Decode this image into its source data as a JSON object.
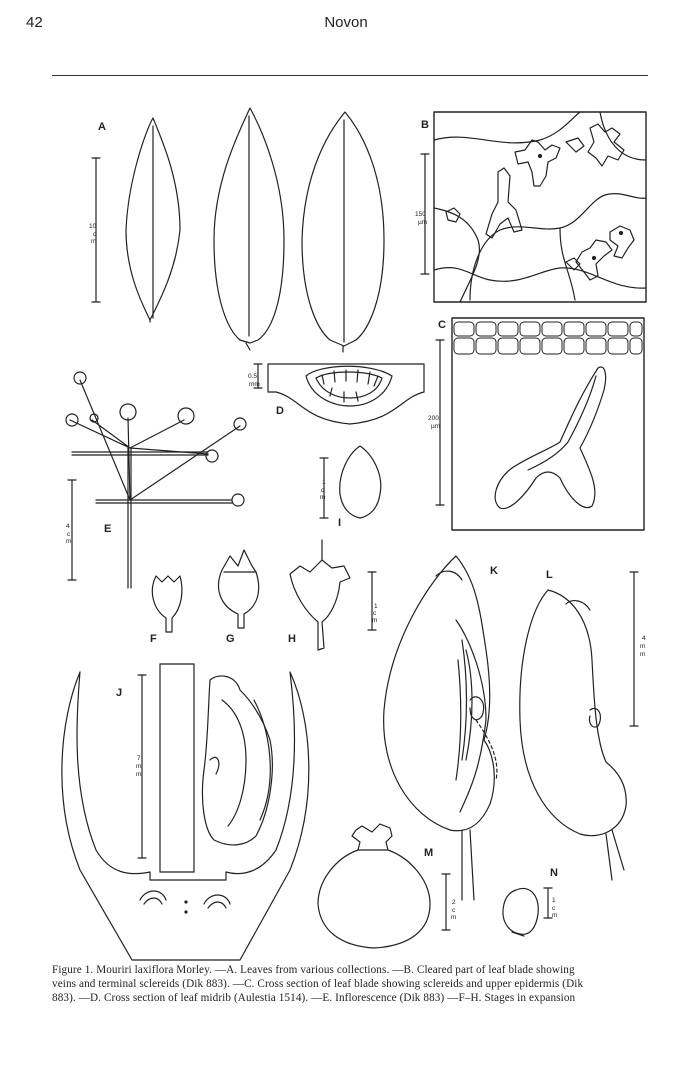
{
  "header": {
    "page_number": "42",
    "journal": "Novon"
  },
  "figure": {
    "panel_labels": {
      "A": "A",
      "B": "B",
      "C": "C",
      "D": "D",
      "E": "E",
      "F": "F",
      "G": "G",
      "H": "H",
      "I": "I",
      "J": "J",
      "K": "K",
      "L": "L",
      "M": "M",
      "N": "N"
    },
    "scale_bars": {
      "A": [
        "10",
        "c",
        "m"
      ],
      "B": [
        "150",
        "µm"
      ],
      "C": [
        "200",
        "µm"
      ],
      "D": [
        "0.5",
        "mm"
      ],
      "E": [
        "4",
        "c",
        "m"
      ],
      "H": [
        "1",
        "c",
        "m"
      ],
      "I": [
        "1",
        "c",
        "m"
      ],
      "J": [
        "7",
        "m",
        "m"
      ],
      "L": [
        "4",
        "m",
        "m"
      ],
      "M": [
        "2",
        "c",
        "m"
      ],
      "N": [
        "1",
        "c",
        "m"
      ]
    }
  },
  "caption": {
    "line1": "Figure 1.   Mouriri laxiflora Morley. —A. Leaves from various collections. —B. Cleared part of leaf blade showing",
    "line2": "veins and terminal sclereids (Dik 883). —C. Cross section of leaf blade showing sclereids and upper epidermis (Dik",
    "line3": "883). —D. Cross section of leaf midrib (Aulestia 1514). —E. Inflorescence (Dik 883) —F–H. Stages in expansion"
  }
}
